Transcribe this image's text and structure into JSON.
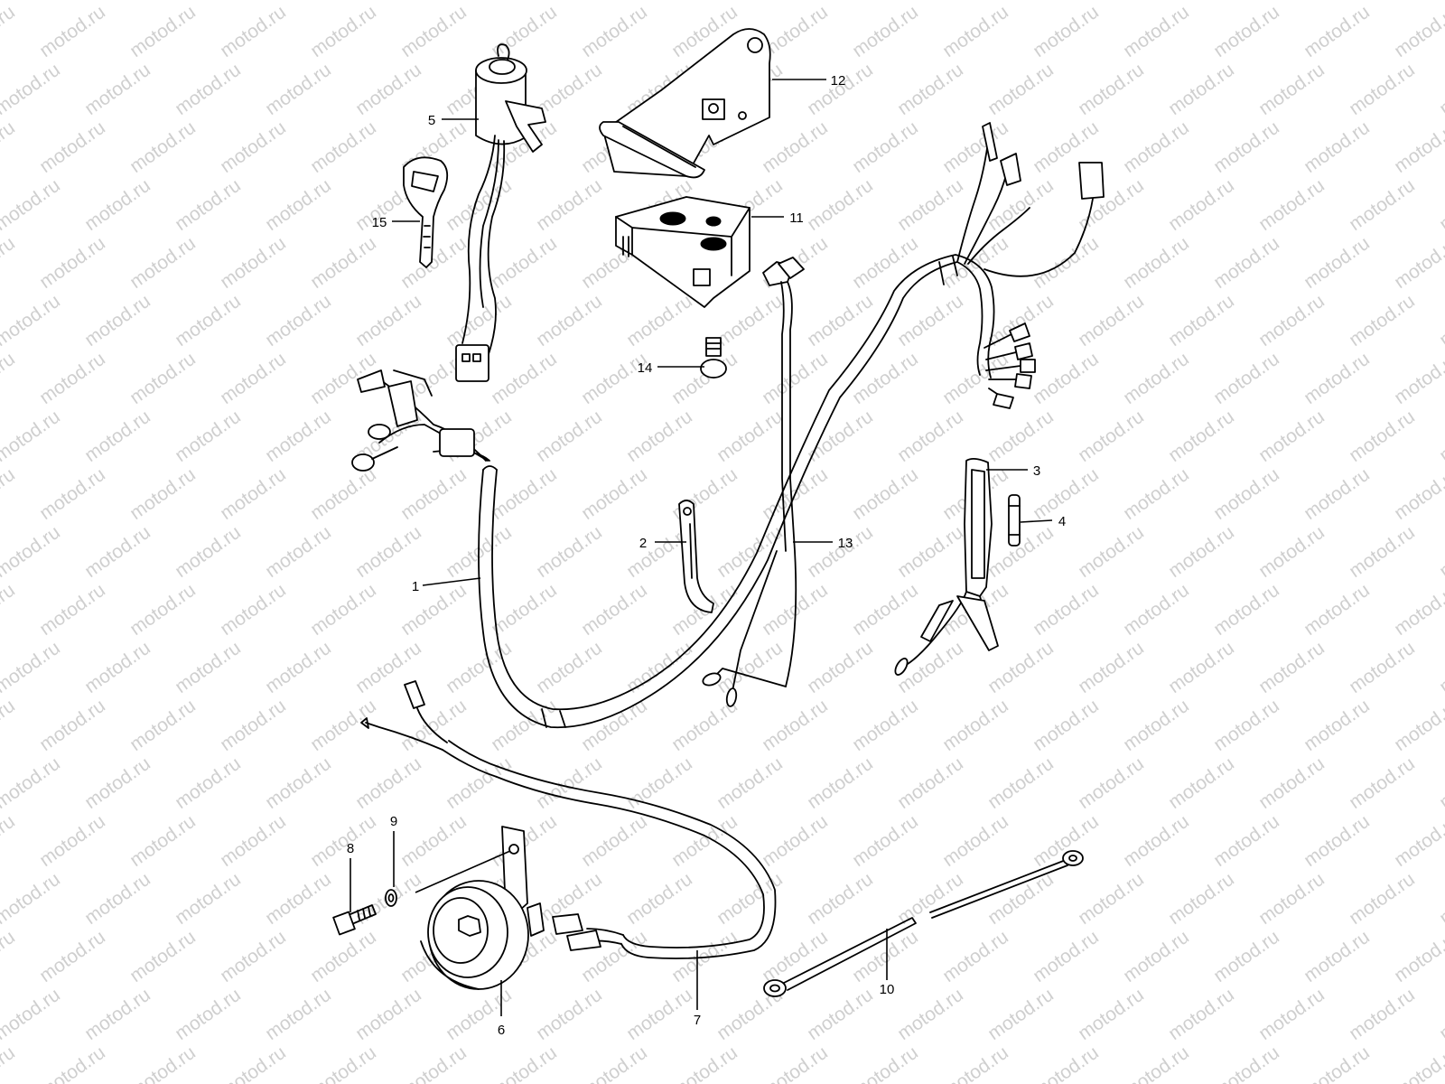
{
  "watermark": {
    "text": "motod.ru",
    "color": "#cfcfcf"
  },
  "callouts": [
    {
      "id": "1",
      "label": "1",
      "part": "main-wiring-harness"
    },
    {
      "id": "2",
      "label": "2",
      "part": "harness-clamp"
    },
    {
      "id": "3",
      "label": "3",
      "part": "fuse-holder"
    },
    {
      "id": "4",
      "label": "4",
      "part": "fuse"
    },
    {
      "id": "5",
      "label": "5",
      "part": "ignition-switch"
    },
    {
      "id": "6",
      "label": "6",
      "part": "horn"
    },
    {
      "id": "7",
      "label": "7",
      "part": "horn-lead-wire"
    },
    {
      "id": "8",
      "label": "8",
      "part": "bolt"
    },
    {
      "id": "9",
      "label": "9",
      "part": "washer"
    },
    {
      "id": "10",
      "label": "10",
      "part": "cable-tie"
    },
    {
      "id": "11",
      "label": "11",
      "part": "relay-cover"
    },
    {
      "id": "12",
      "label": "12",
      "part": "bracket"
    },
    {
      "id": "13",
      "label": "13",
      "part": "sub-wiring-harness"
    },
    {
      "id": "14",
      "label": "14",
      "part": "screw"
    },
    {
      "id": "15",
      "label": "15",
      "part": "key"
    }
  ]
}
